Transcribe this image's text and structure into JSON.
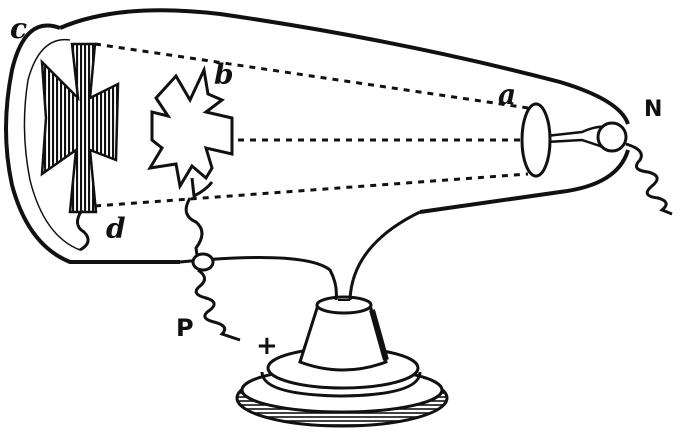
{
  "labels": {
    "c": "c",
    "b": "b",
    "a": "a",
    "d": "d",
    "N": "N",
    "P": "P",
    "plus": "+"
  },
  "colors": {
    "ink": "#111111",
    "background": "#ffffff"
  }
}
